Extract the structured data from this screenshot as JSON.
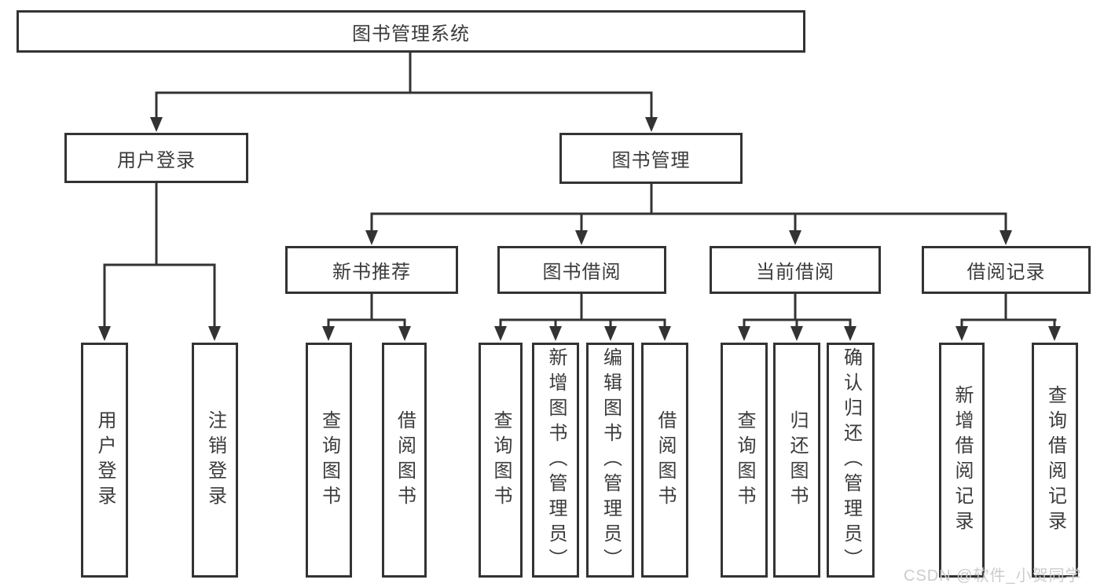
{
  "diagram": {
    "root": {
      "label": "图书管理系统"
    },
    "level2": [
      {
        "label": "用户登录"
      },
      {
        "label": "图书管理"
      }
    ],
    "level3": [
      {
        "label": "新书推荐"
      },
      {
        "label": "图书借阅"
      },
      {
        "label": "当前借阅"
      },
      {
        "label": "借阅记录"
      }
    ],
    "leaves": {
      "user_login": [
        {
          "label": "用户登录"
        },
        {
          "label": "注销登录"
        }
      ],
      "new_book_recommend": [
        {
          "label": "查询图书"
        },
        {
          "label": "借阅图书"
        }
      ],
      "book_borrow": [
        {
          "label": "查询图书"
        },
        {
          "label": "新增图书（管理员）"
        },
        {
          "label": "编辑图书（管理员）"
        },
        {
          "label": "借阅图书"
        }
      ],
      "current_borrow": [
        {
          "label": "查询图书"
        },
        {
          "label": "归还图书"
        },
        {
          "label": "确认归还（管理员）"
        }
      ],
      "borrow_records": [
        {
          "label": "新增借阅记录"
        },
        {
          "label": "查询借阅记录"
        }
      ]
    },
    "watermark": "CSDN @软件_小贺同学",
    "colors": {
      "line": "#333333",
      "border": "#333333",
      "text": "#3b3b3b",
      "watermark": "#c9c9c9",
      "background": "#ffffff"
    }
  }
}
